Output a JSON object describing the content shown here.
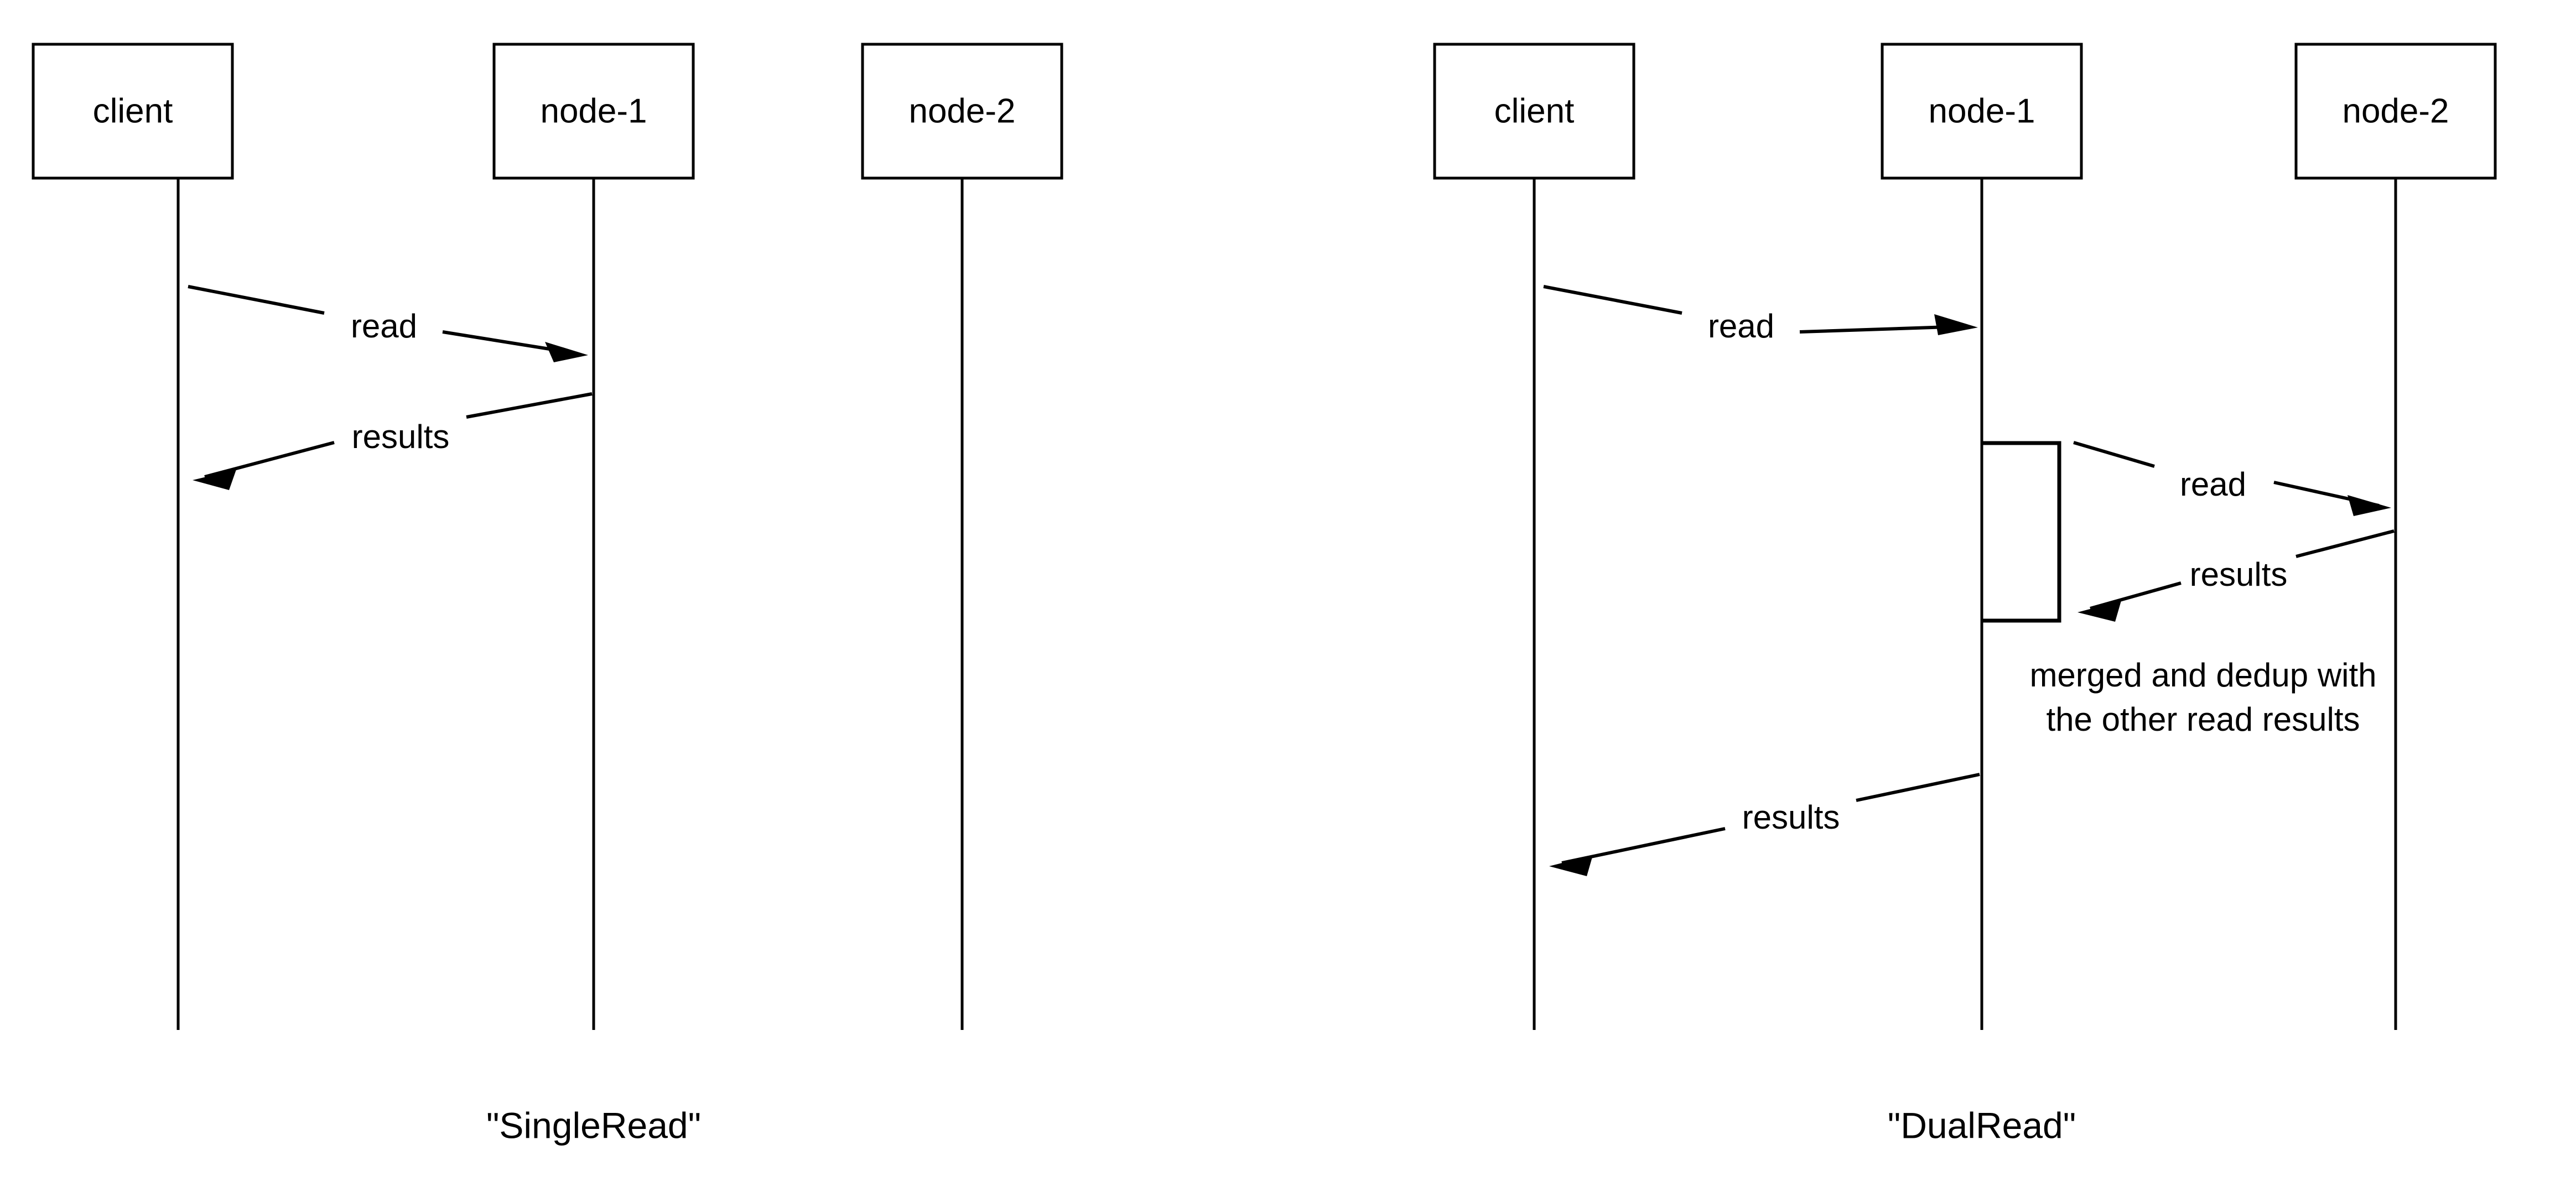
{
  "figure": {
    "background_color": "#ffffff",
    "line_color": "#000000",
    "text_color": "#000000",
    "type": "uml-sequence-diagram",
    "panel_count": 2
  },
  "panels": [
    {
      "id": "single-read",
      "caption": "\"SingleRead\"",
      "participants": [
        {
          "id": "client",
          "label": "client"
        },
        {
          "id": "node-1",
          "label": "node-1"
        },
        {
          "id": "node-2",
          "label": "node-2"
        }
      ],
      "messages": [
        {
          "id": "m1",
          "label": "read",
          "from": "client",
          "to": "node-1",
          "direction": "right",
          "arrow": "solid"
        },
        {
          "id": "m2",
          "label": "results",
          "from": "node-1",
          "to": "client",
          "direction": "left",
          "arrow": "solid"
        }
      ],
      "activations": [],
      "notes": []
    },
    {
      "id": "dual-read",
      "caption": "\"DualRead\"",
      "participants": [
        {
          "id": "client",
          "label": "client"
        },
        {
          "id": "node-1",
          "label": "node-1"
        },
        {
          "id": "node-2",
          "label": "node-2"
        }
      ],
      "messages": [
        {
          "id": "m1",
          "label": "read",
          "from": "client",
          "to": "node-1",
          "direction": "right",
          "arrow": "solid"
        },
        {
          "id": "m2",
          "label": "read",
          "from": "node-1",
          "to": "node-2",
          "direction": "right",
          "arrow": "solid"
        },
        {
          "id": "m3",
          "label": "results",
          "from": "node-2",
          "to": "node-1",
          "direction": "left",
          "arrow": "solid"
        },
        {
          "id": "m4",
          "label": "results",
          "from": "node-1",
          "to": "client",
          "direction": "left",
          "arrow": "solid"
        }
      ],
      "activations": [
        {
          "id": "node-1-activation",
          "on": "node-1"
        }
      ],
      "notes": [
        {
          "id": "merge-note",
          "on": "node-1",
          "line1": "merged and dedup with",
          "line2": "the other read results"
        }
      ]
    }
  ]
}
